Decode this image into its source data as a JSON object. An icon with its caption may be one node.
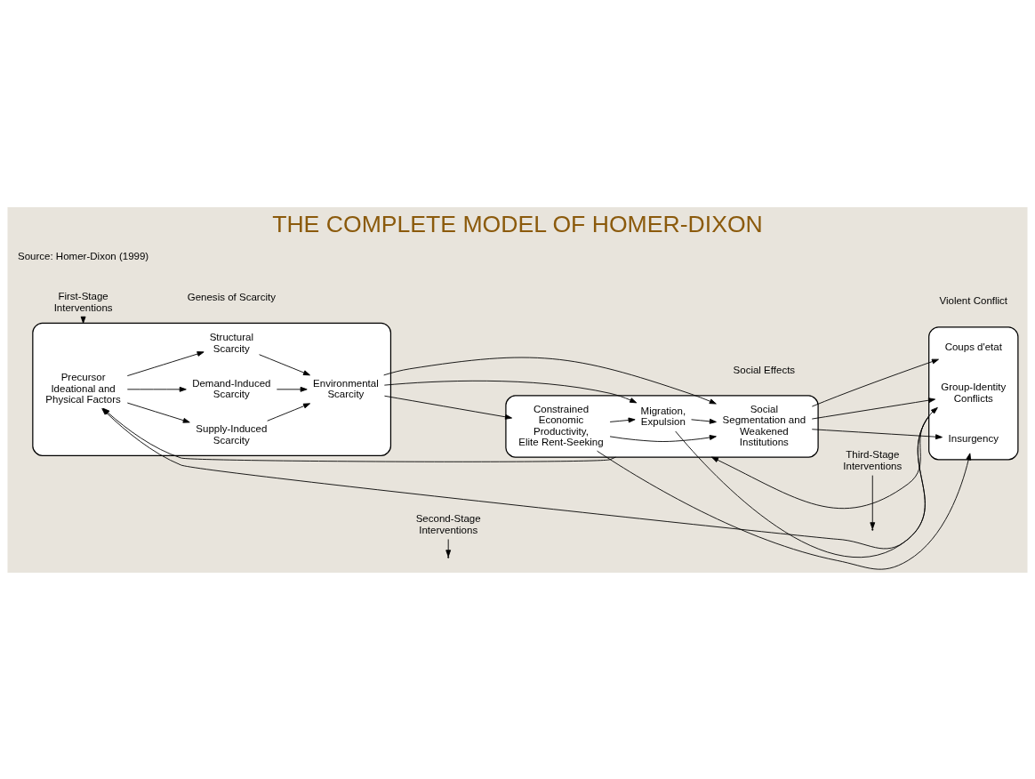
{
  "diagram": {
    "title": "THE COMPLETE MODEL OF HOMER-DIXON",
    "nodes": [
      {
        "text": [],
        "shape": "box"
      },
      {
        "text": [
          "Precursor Ideational and Physical Factors"
        ],
        "in": 0
      },
      {
        "text": [
          "Supply-Induced Scarcity"
        ],
        "in": 0
      },
      {
        "text": [
          "Demand-Induced Scarcity"
        ],
        "in": 0
      },
      {
        "text": [
          "Structural Scarcity"
        ],
        "in": 0
      },
      {
        "text": [
          "Environmental Scarcity"
        ],
        "in": 0
      },
      {
        "text": [],
        "shape": "box"
      },
      {
        "text": [
          "Migration, Expulsion"
        ],
        "in": 6
      },
      {
        "text": [
          "Social Segmentation and Weakened Institutions"
        ],
        "in": 6
      },
      {
        "text": [
          "Constrained Economic Productivity, Elite Rent-Seeking"
        ],
        "in": 6
      },
      {
        "text": [],
        "shape": "box"
      },
      {
        "text": [
          "Group-Identity Conflicts"
        ],
        "in": 10
      },
      {
        "text": [
          "Coups d'etat"
        ],
        "in": 10
      },
      {
        "text": [
          "Insurgency"
        ],
        "in": 10
      },
      {
        "text": [
          "First-Stage Interventions"
        ]
      },
      {
        "text": [
          "Second-Stage Interventions"
        ]
      },
      {
        "text": [
          "Third-Stage Interventions"
        ]
      }
    ],
    "edges": [
      {
        "from": 1,
        "to": 2,
        "arrow": "to"
      },
      {
        "from": 1,
        "to": 3,
        "arrow": "to"
      },
      {
        "from": 1,
        "to": 4,
        "arrow": "to"
      },
      {
        "from": 2,
        "to": 5,
        "arrow": "to"
      },
      {
        "from": 3,
        "to": 5,
        "arrow": "to"
      },
      {
        "from": 4,
        "to": 5,
        "arrow": "to"
      },
      {
        "from": 5,
        "to": 7,
        "arrow": "to"
      },
      {
        "from": 5,
        "to": 8,
        "arrow": "to"
      },
      {
        "from": 5,
        "to": 9,
        "arrow": "to"
      },
      {
        "from": 9,
        "to": 7,
        "arrow": "to"
      },
      {
        "from": 7,
        "to": 8,
        "arrow": "to"
      },
      {
        "from": 9,
        "to": 8,
        "arrow": "to"
      },
      {
        "from": 7,
        "to": 11,
        "arrow": "to"
      },
      {
        "from": 9,
        "to": 13,
        "arrow": "to"
      },
      {
        "from": 8,
        "to": 11,
        "arrow": "to"
      },
      {
        "from": 8,
        "to": 12,
        "arrow": "to"
      },
      {
        "from": 8,
        "to": 13,
        "arrow": "to"
      },
      {
        "from": 10,
        "to": 1,
        "arrow": "to"
      },
      {
        "from": 6,
        "to": 1,
        "arrow": "to"
      },
      {
        "from": 10,
        "to": 6,
        "arrow": "to"
      },
      {
        "from": 14,
        "to": 0,
        "arrow": "to"
      },
      {
        "from": 15,
        "to": null,
        "arrow": "to"
      },
      {
        "from": 16,
        "to": null,
        "arrow": "to"
      }
    ],
    "labels": [
      "Genesis of Scarcity",
      "Social Effects",
      "Violent Conflict",
      "Source: Homer-Dixon (1999)"
    ]
  }
}
